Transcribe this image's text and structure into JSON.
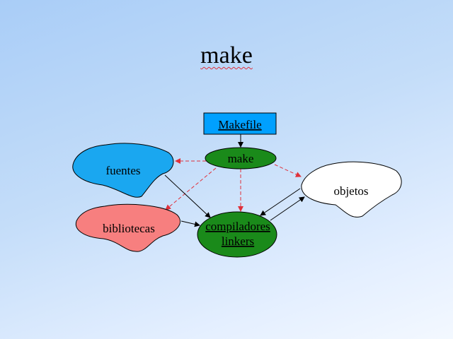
{
  "title": "make",
  "nodes": {
    "makefile": {
      "label": "Makefile",
      "fill": "#00a0ff"
    },
    "make": {
      "label": "make",
      "fill": "#1a8a1a"
    },
    "fuentes": {
      "label": "fuentes",
      "fill": "#1aa7f0"
    },
    "bibliotecas": {
      "label": "bibliotecas",
      "fill": "#f77f7f"
    },
    "compiladores": {
      "label_line1": "compiladores",
      "label_line2": "linkers",
      "fill": "#1a8a1a"
    },
    "objetos": {
      "label": "objetos",
      "fill": "#ffffff"
    }
  },
  "edges": [
    {
      "from": "makefile",
      "to": "make",
      "style": "solid"
    },
    {
      "from": "make",
      "to": "fuentes",
      "style": "dashed"
    },
    {
      "from": "make",
      "to": "bibliotecas",
      "style": "dashed"
    },
    {
      "from": "make",
      "to": "compiladores",
      "style": "dashed"
    },
    {
      "from": "make",
      "to": "objetos",
      "style": "dashed"
    },
    {
      "from": "fuentes",
      "to": "compiladores",
      "style": "solid"
    },
    {
      "from": "bibliotecas",
      "to": "compiladores",
      "style": "solid"
    },
    {
      "from": "compiladores",
      "to": "objetos",
      "style": "solid"
    },
    {
      "from": "objetos",
      "to": "compiladores",
      "style": "solid"
    }
  ],
  "colors": {
    "solid_edge": "#000000",
    "dashed_edge": "#e0303a"
  }
}
